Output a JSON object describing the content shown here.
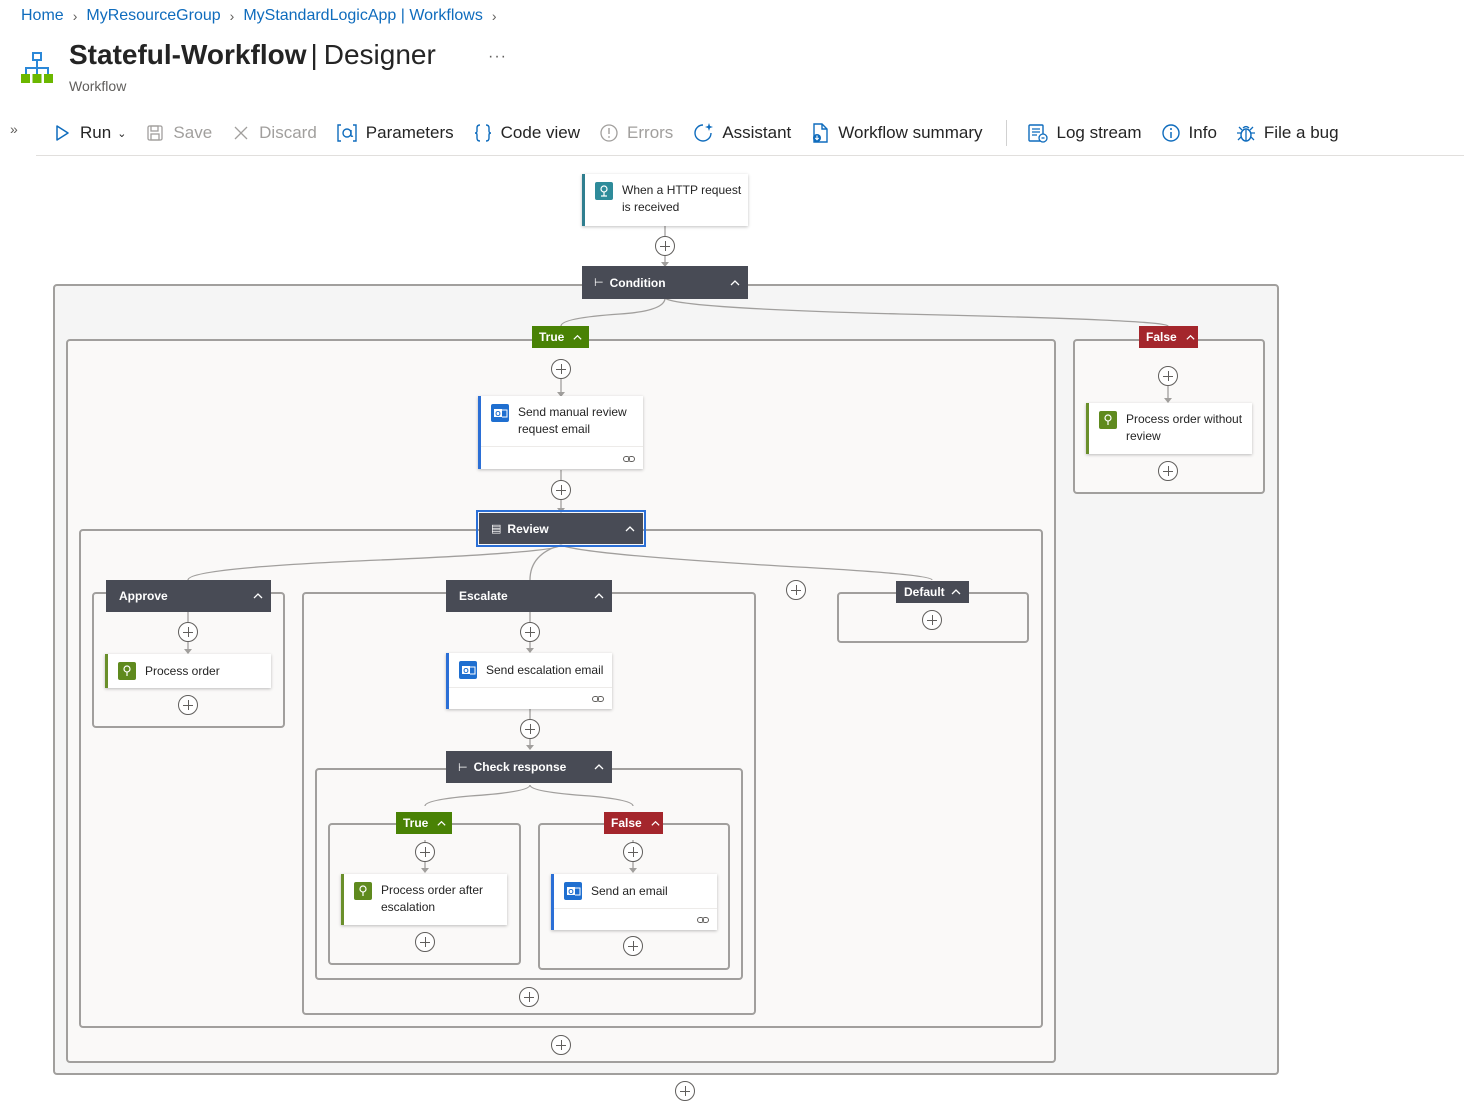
{
  "breadcrumb": {
    "items": [
      "Home",
      "MyResourceGroup",
      "MyStandardLogicApp | Workflows"
    ]
  },
  "header": {
    "workflow_name": "Stateful-Workflow",
    "view": "Designer",
    "more": "···",
    "subtitle": "Workflow"
  },
  "toolbar": {
    "expand": "»",
    "run": "Run",
    "save": "Save",
    "discard": "Discard",
    "parameters": "Parameters",
    "code_view": "Code view",
    "errors": "Errors",
    "assistant": "Assistant",
    "workflow_summary": "Workflow summary",
    "log_stream": "Log stream",
    "info": "Info",
    "file_bug": "File a bug"
  },
  "workflow": {
    "trigger": {
      "line1": "When a HTTP request",
      "line2": "is received"
    },
    "condition": {
      "label": "Condition",
      "true_label": "True",
      "false_label": "False"
    },
    "send_manual_review": {
      "line1": "Send manual review",
      "line2": "request email"
    },
    "process_without_review": {
      "line1": "Process order without",
      "line2": "review"
    },
    "review": {
      "label": "Review"
    },
    "approve": {
      "label": "Approve"
    },
    "process_order": {
      "label": "Process order"
    },
    "escalate": {
      "label": "Escalate"
    },
    "send_escalation": {
      "label": "Send escalation email"
    },
    "default": {
      "label": "Default"
    },
    "check_response": {
      "label": "Check response",
      "true_label": "True",
      "false_label": "False"
    },
    "process_after_escalation": {
      "line1": "Process order after",
      "line2": "escalation"
    },
    "send_email": {
      "label": "Send an email"
    }
  },
  "colors": {
    "accent": "#0f6cbd",
    "header_bg": "#484b55",
    "true": "#498205",
    "false": "#a4262c",
    "selected": "#2b6fd6"
  },
  "icons": {
    "app": "workflow-icon",
    "http": "http-request-icon",
    "outlook": "outlook-icon",
    "function": "function-icon",
    "condition": "condition-icon",
    "switch": "switch-icon"
  }
}
